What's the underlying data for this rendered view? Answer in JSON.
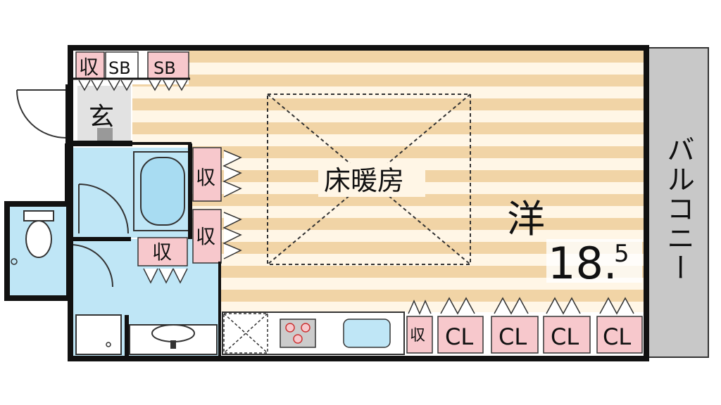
{
  "labels": {
    "storage": "収",
    "shoebox": "SB",
    "entrance": "玄",
    "floor_heating": "床暖房",
    "western_room": "洋",
    "room_size_main": "18.",
    "room_size_sub": "5",
    "balcony": "バルコニー",
    "closet": "CL"
  },
  "colors": {
    "wall": "#111111",
    "floor_stripe_a": "#f1d4a6",
    "floor_stripe_b": "#fff6e6",
    "water_room": "#bfe6f6",
    "storage_fill": "#f7c8cc",
    "balcony_fill": "#c8c8c8",
    "entrance_floor": "#e2e2e2"
  },
  "icons": {
    "toilet": "toilet-icon",
    "basin": "wash-basin-icon",
    "bathtub": "bathtub-icon",
    "stove": "stove-burner-icon",
    "sink": "kitchen-sink-icon"
  }
}
